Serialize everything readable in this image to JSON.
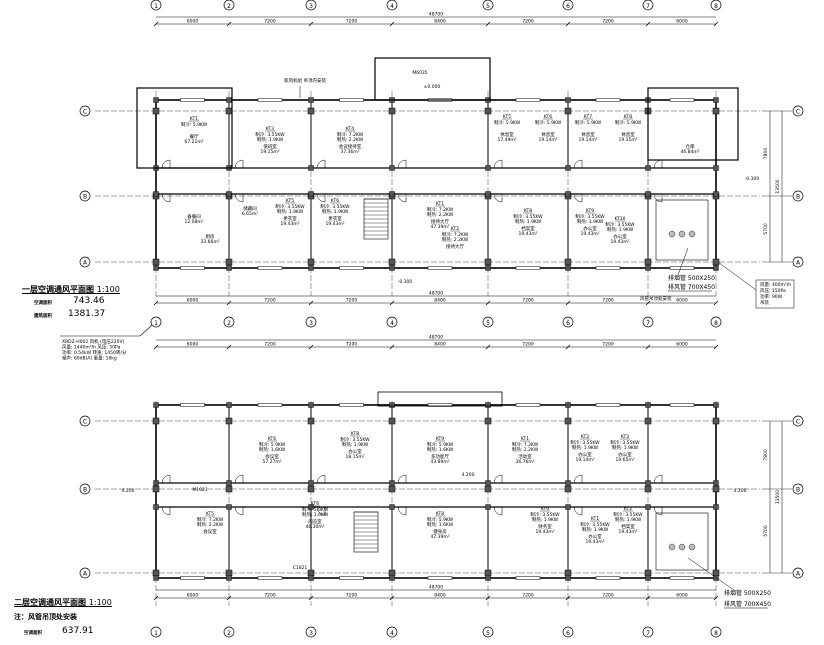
{
  "axes": [
    "1",
    "2",
    "3",
    "4",
    "5",
    "6",
    "7",
    "8"
  ],
  "rows": [
    "C",
    "B",
    "A"
  ],
  "dims": {
    "total": "48700",
    "segments": [
      "6000",
      "7200",
      "7200",
      "8400",
      "7200",
      "7200",
      "6000"
    ],
    "vertical": [
      "7800",
      "5700",
      "13500"
    ]
  },
  "floor1": {
    "title": "一层空调通风平面图",
    "scale": "1:100",
    "stat1_label": "空调面积",
    "stat1_value": "743.46",
    "stat2_label": "建筑面积",
    "stat2_value": "1381.37",
    "rooms": [
      {
        "name": "餐厅",
        "area": "67.21m²",
        "unit": "KT1",
        "cool": "制冷: 5.9KW"
      },
      {
        "name": "值班室",
        "area": "19.15m²",
        "unit": "KT3",
        "cool": "制冷: 3.55KW",
        "heat": "制热: 1.9KW"
      },
      {
        "name": "会议接待室",
        "area": "37.36m²",
        "unit": "KT4",
        "cool": "制冷: 7.2KW",
        "heat": "制热: 2.2KW"
      },
      {
        "name": "备餐间",
        "area": "12.08m²"
      },
      {
        "name": "储藏间",
        "area": "6.65m²"
      },
      {
        "name": "厨房",
        "area": "33.66m²"
      },
      {
        "name": "更衣室",
        "area": "19.43m²",
        "unit": "KT5",
        "cool": "制冷: 3.55KW",
        "heat": "制热: 1.9KW"
      },
      {
        "name": "更衣室",
        "area": "19.43m²",
        "unit": "KT6",
        "cool": "制冷: 3.55KW",
        "heat": "制热: 1.9KW"
      },
      {
        "name": "接待大厅",
        "area": "47.39m²",
        "unit": "KT1",
        "cool": "制冷: 7.2KW",
        "heat": "制热: 2.2KW"
      },
      {
        "name": "接待大厅",
        "unit": "KT2",
        "cool": "制冷: 7.2KW",
        "heat": "制热: 2.2KW"
      },
      {
        "name": "休息室",
        "area": "17.49m²",
        "unit": "KT5",
        "cool": "制冷: 5.9KW"
      },
      {
        "name": "休息室",
        "area": "19.14m²",
        "unit": "KT6",
        "cool": "制冷: 5.9KW"
      },
      {
        "name": "休息室",
        "area": "19.14m²",
        "unit": "KT7",
        "cool": "制冷: 5.9KW"
      },
      {
        "name": "休息室",
        "area": "19.15m²",
        "unit": "KT8",
        "cool": "制冷: 5.9KW"
      },
      {
        "name": "仓库",
        "area": "46.84m²"
      },
      {
        "name": "档案室",
        "area": "19.43m²",
        "unit": "KT8",
        "cool": "制冷: 3.55KW",
        "heat": "制热: 1.9KW"
      },
      {
        "name": "办公室",
        "area": "19.43m²",
        "unit": "KT9",
        "cool": "制冷: 3.55KW",
        "heat": "制热: 1.9KW"
      },
      {
        "name": "办公室",
        "area": "19.43m²",
        "unit": "KT10",
        "cool": "制冷: 3.55KW",
        "heat": "制热: 1.9KW"
      }
    ],
    "elev_main": "±0.000",
    "elev_out": "-0.300",
    "elev_step": "-0.300",
    "duct1": "排风管 700X450",
    "duct2": "排烟管 500X250",
    "duct_note": "风管吊顶处安装",
    "fan": [
      "风量: 400m³/h",
      "风压: 150Pa",
      "功率: 90W",
      "吊装"
    ],
    "equip_note": [
      "XBDZ-H002 风机 (电压220V)",
      "风量: 1440m³/h  风压: 50Pa",
      "功率: 0.54kW  转速: 1450转/分",
      "噪声: 60dB(A)  重量: 16kg"
    ],
    "top_door": "M6035",
    "top_note": "新风机组 吊顶内安装"
  },
  "floor2": {
    "title": "二层空调通风平面图",
    "scale": "1:100",
    "note": "注：风管吊顶处安装",
    "stat_label": "空调面积",
    "stat_value": "637.91",
    "rooms": [
      {
        "name": "会议室",
        "area": "57.27m²",
        "unit": "KT6",
        "cool": "制冷: 5.9KW",
        "heat": "制热: 1.6KW"
      },
      {
        "name": "办公室",
        "area": "18.15m²",
        "unit": "KT8",
        "cool": "制冷: 3.55KW",
        "heat": "制热: 1.9KW"
      },
      {
        "name": "多功能厅",
        "area": "43.89m²",
        "unit": "KT9",
        "cool": "制冷: 5.9KW",
        "heat": "制热: 1.6KW"
      },
      {
        "name": "会议室",
        "unit": "KT5",
        "cool": "制冷: 7.2KW",
        "heat": "制热: 2.2KW"
      },
      {
        "name": "阅览室",
        "area": "46.30m²",
        "unit": "KT6",
        "cool": "制冷: 5.9KW",
        "heat": "制热: 1.6KW"
      },
      {
        "name": "健身房",
        "area": "47.39m²",
        "unit": "KT8",
        "cool": "制冷: 5.9KW",
        "heat": "制热: 1.6KW"
      },
      {
        "name": "活动室",
        "area": "36.76m²",
        "unit": "KT1",
        "cool": "制冷: 7.2KW",
        "heat": "制热: 2.2KW"
      },
      {
        "name": "办公室",
        "area": "19.14m²",
        "unit": "KT2",
        "cool": "制冷: 3.55KW",
        "heat": "制热: 1.9KW"
      },
      {
        "name": "办公室",
        "area": "19.65m²",
        "unit": "KT3",
        "cool": "制冷: 3.55KW",
        "heat": "制热: 1.9KW"
      },
      {
        "name": "财务室",
        "area": "19.43m²",
        "unit": "KT0",
        "cool": "制冷: 3.55KW",
        "heat": "制热: 1.9KW"
      },
      {
        "name": "办公室",
        "area": "19.43m²",
        "unit": "KT1",
        "cool": "制冷: 3.55KW",
        "heat": "制热: 1.9KW"
      },
      {
        "name": "档案室",
        "area": "19.43m²",
        "unit": "KT2",
        "cool": "制冷: 3.55KW",
        "heat": "制热: 1.9KW"
      }
    ],
    "elev": "4.200",
    "duct1": "排风管 700X450",
    "duct2": "排烟管 500X250",
    "door": "M1021",
    "window": "C1821"
  }
}
